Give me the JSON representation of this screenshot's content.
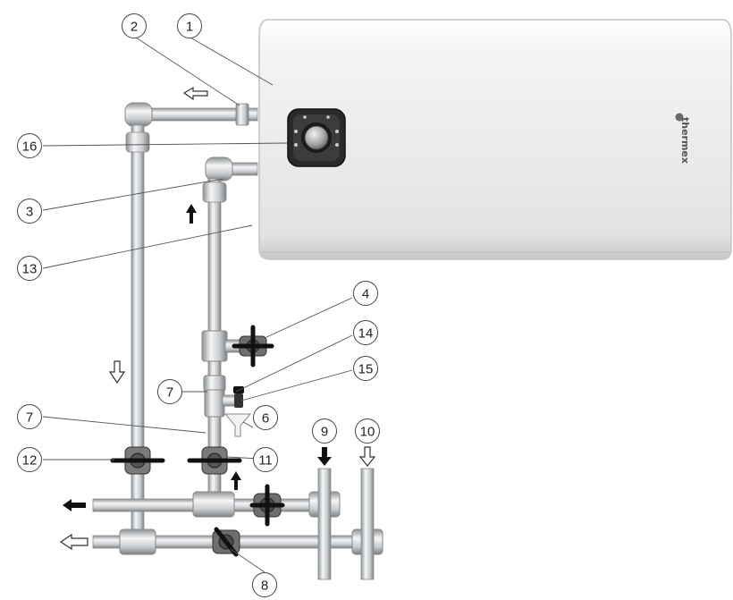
{
  "diagram": {
    "brand": "thermex",
    "callouts": {
      "c1": "1",
      "c2": "2",
      "c3": "3",
      "c4": "4",
      "c5": "7",
      "c6": "14",
      "c7": "15",
      "c8": "7",
      "c9": "6",
      "c10": "9",
      "c11": "10",
      "c12": "12",
      "c13": "11",
      "c14": "8",
      "c15": "13",
      "c16": "16"
    },
    "colors": {
      "pipe": "#d8dadc",
      "pipe_edge": "#9a9da0",
      "tank": "#f0f0f0",
      "valve_handle": "#1a1a1a",
      "arrow_hot": "#1a1a1a",
      "arrow_cold": "#ffffff"
    }
  }
}
